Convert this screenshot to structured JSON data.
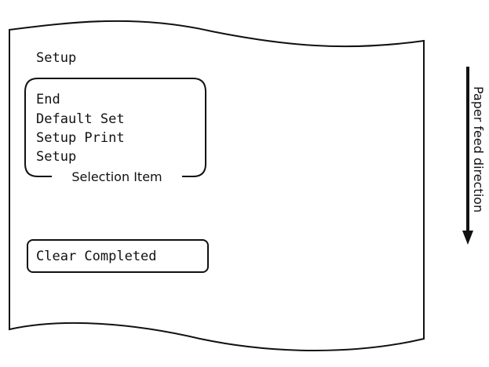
{
  "receipt": {
    "heading": "Setup",
    "menu_items": [
      "End",
      "Default Set",
      "Setup Print",
      "Setup"
    ],
    "selection_caption": "Selection Item",
    "status_message": "Clear Completed"
  },
  "direction": {
    "label": "Paper feed direction",
    "arrow_icon": "down-arrow-icon"
  },
  "colors": {
    "ink": "#111111",
    "paper": "#ffffff"
  }
}
